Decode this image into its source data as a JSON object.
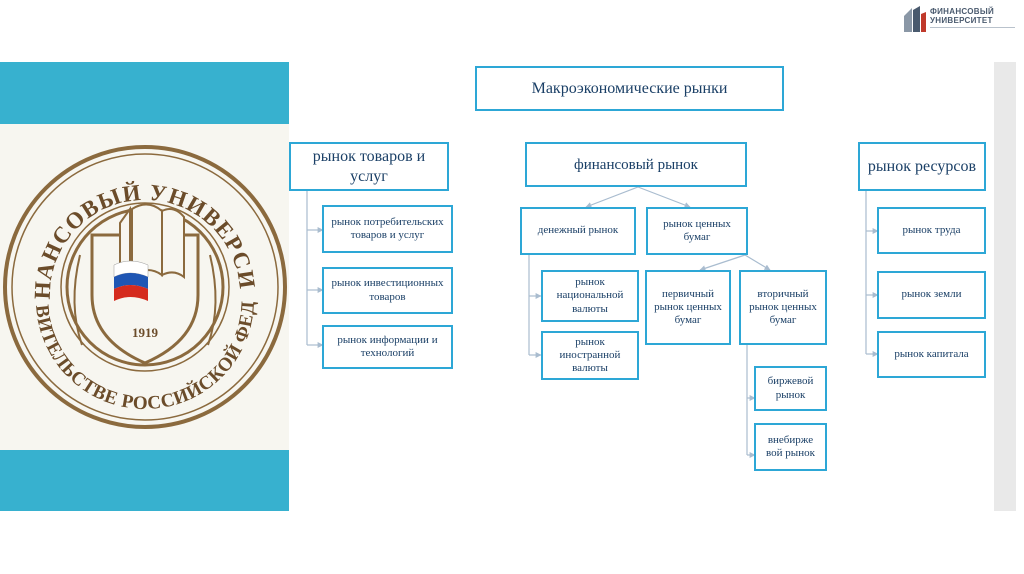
{
  "brand": {
    "line1": "ФИНАНСОВЫЙ",
    "line2": "УНИВЕРСИТЕТ"
  },
  "emblem": {
    "ring_top": "ФИНАНСОВЫЙ УНИВЕРСИТЕТ",
    "ring_bottom": "ПРИ ПРАВИТЕЛЬСТВЕ РОССИЙСКОЙ ФЕДЕРАЦИИ",
    "year": "1919"
  },
  "diagram": {
    "root": "Макроэкономические рынки",
    "goods": {
      "title": "рынок товаров и услуг",
      "items": [
        "рынок потребительских товаров и услуг",
        "рынок инвестиционных товаров",
        "рынок информации и технологий"
      ]
    },
    "finance": {
      "title": "финансовый рынок",
      "money": {
        "title": "денежный рынок",
        "items": [
          "рынок национальной валюты",
          "рынок иностранной валюты"
        ]
      },
      "securities": {
        "title": "рынок ценных бумаг",
        "primary": "первичный рынок ценных бумаг",
        "secondary": "вторичный рынок ценных бумаг",
        "secondary_items": [
          "биржевой рынок",
          "внебирже вой рынок"
        ]
      }
    },
    "resources": {
      "title": "рынок ресурсов",
      "items": [
        "рынок труда",
        "рынок земли",
        "рынок капитала"
      ]
    }
  }
}
